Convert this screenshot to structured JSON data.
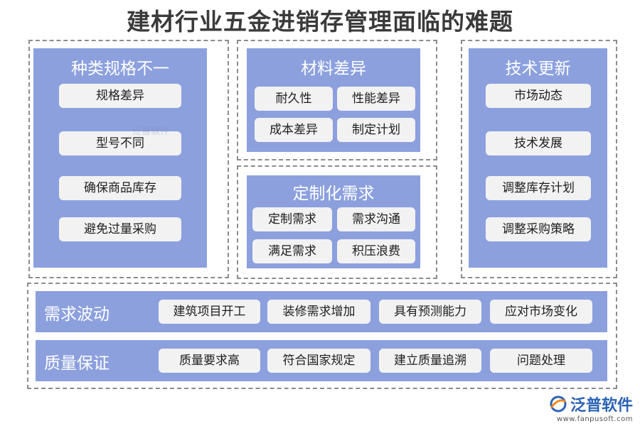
{
  "title": "建材行业五金进销存管理面临的难题",
  "left_panel": {
    "title": "种类规格不一",
    "items": [
      "规格差异",
      "型号不同",
      "确保商品库存",
      "避免过量采购"
    ]
  },
  "materials_panel": {
    "title": "材料差异",
    "items": [
      "耐久性",
      "性能差异",
      "成本差异",
      "制定计划"
    ]
  },
  "custom_panel": {
    "title": "定制化需求",
    "items": [
      "定制需求",
      "需求沟通",
      "满足需求",
      "积压浪费"
    ]
  },
  "tech_panel": {
    "title": "技术更新",
    "items": [
      "市场动态",
      "技术发展",
      "调整库存计划",
      "调整采购策略"
    ]
  },
  "demand_row": {
    "label": "需求波动",
    "items": [
      "建筑项目开工",
      "装修需求增加",
      "具有预测能力",
      "应对市场变化"
    ]
  },
  "quality_row": {
    "label": "质量保证",
    "items": [
      "质量要求高",
      "符合国家规定",
      "建立质量追溯",
      "问题处理"
    ]
  },
  "watermark": "泛普软件",
  "logo": {
    "name": "泛普软件",
    "url": "www.fanpusoft.com",
    "icon": "fanpu-logo-icon"
  },
  "colors": {
    "panel": "#8ca0de",
    "pill": "#f2f2f2",
    "dashed_border": "#8c8c8c",
    "logo_blue": "#2b63b5",
    "logo_orange": "#f08a1c"
  }
}
